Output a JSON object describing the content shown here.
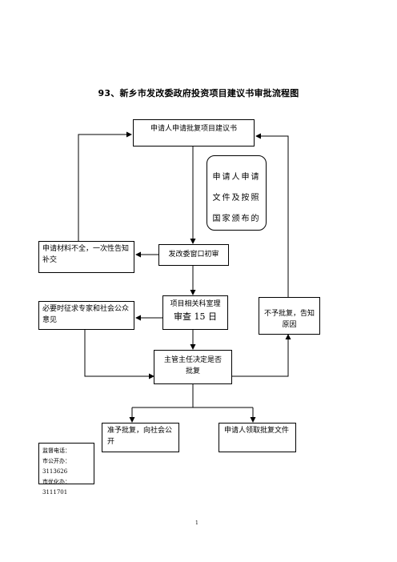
{
  "title": "93、新乡市发改委政府投资项目建议书审批流程图",
  "boxes": {
    "apply": "申请人申请批复项目建议书",
    "note_rounded": [
      "申请人申请",
      "文件及按照",
      "国家颁布的"
    ],
    "incomplete": "申请材料不全，一次性告知补交",
    "window": "发改委窗口初审",
    "expert": "必要时征求专家和社会公众意见",
    "review_line1": "项目相关科室理",
    "review_line2": "审查 15 日",
    "reject": "不予批复，告知原因",
    "decide": "主管主任决定是否批复",
    "approve": "准予批复，向社会公开",
    "collect": "申请人领取批复文件"
  },
  "supervision": {
    "label": "监督电话：",
    "line1": "市公开办：3113626",
    "line2": "市优化办：3111701"
  },
  "page_number": "1"
}
